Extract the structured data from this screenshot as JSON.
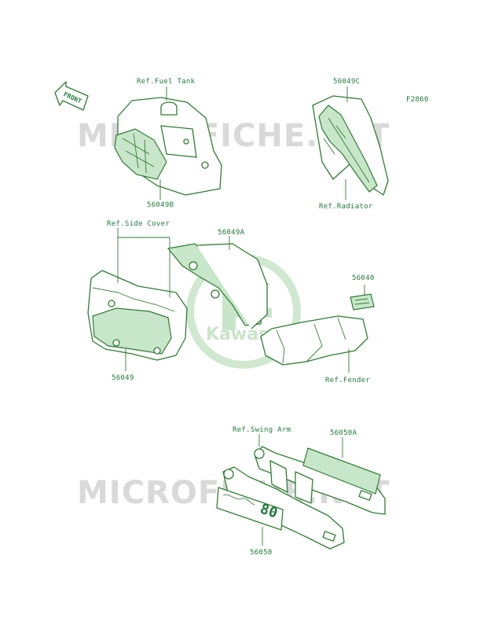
{
  "figure_code": "F2860",
  "front_arrow_label": "FRONT",
  "watermarks": [
    "MICROFICHE.NET",
    "MICROFICHE.NET"
  ],
  "logo_text": "Kawasaki",
  "callouts": {
    "fuel_tank_ref": "Ref.Fuel Tank",
    "part_56049B": "56049B",
    "part_56049C": "56049C",
    "radiator_ref": "Ref.Radiator",
    "side_cover_ref": "Ref.Side Cover",
    "part_56049A": "56049A",
    "part_56040": "56040",
    "part_56049": "56049",
    "fender_ref": "Ref.Fender",
    "swing_arm_ref": "Ref.Swing Arm",
    "part_56050A": "56050A",
    "part_56050": "56050"
  },
  "decal_text": "80"
}
